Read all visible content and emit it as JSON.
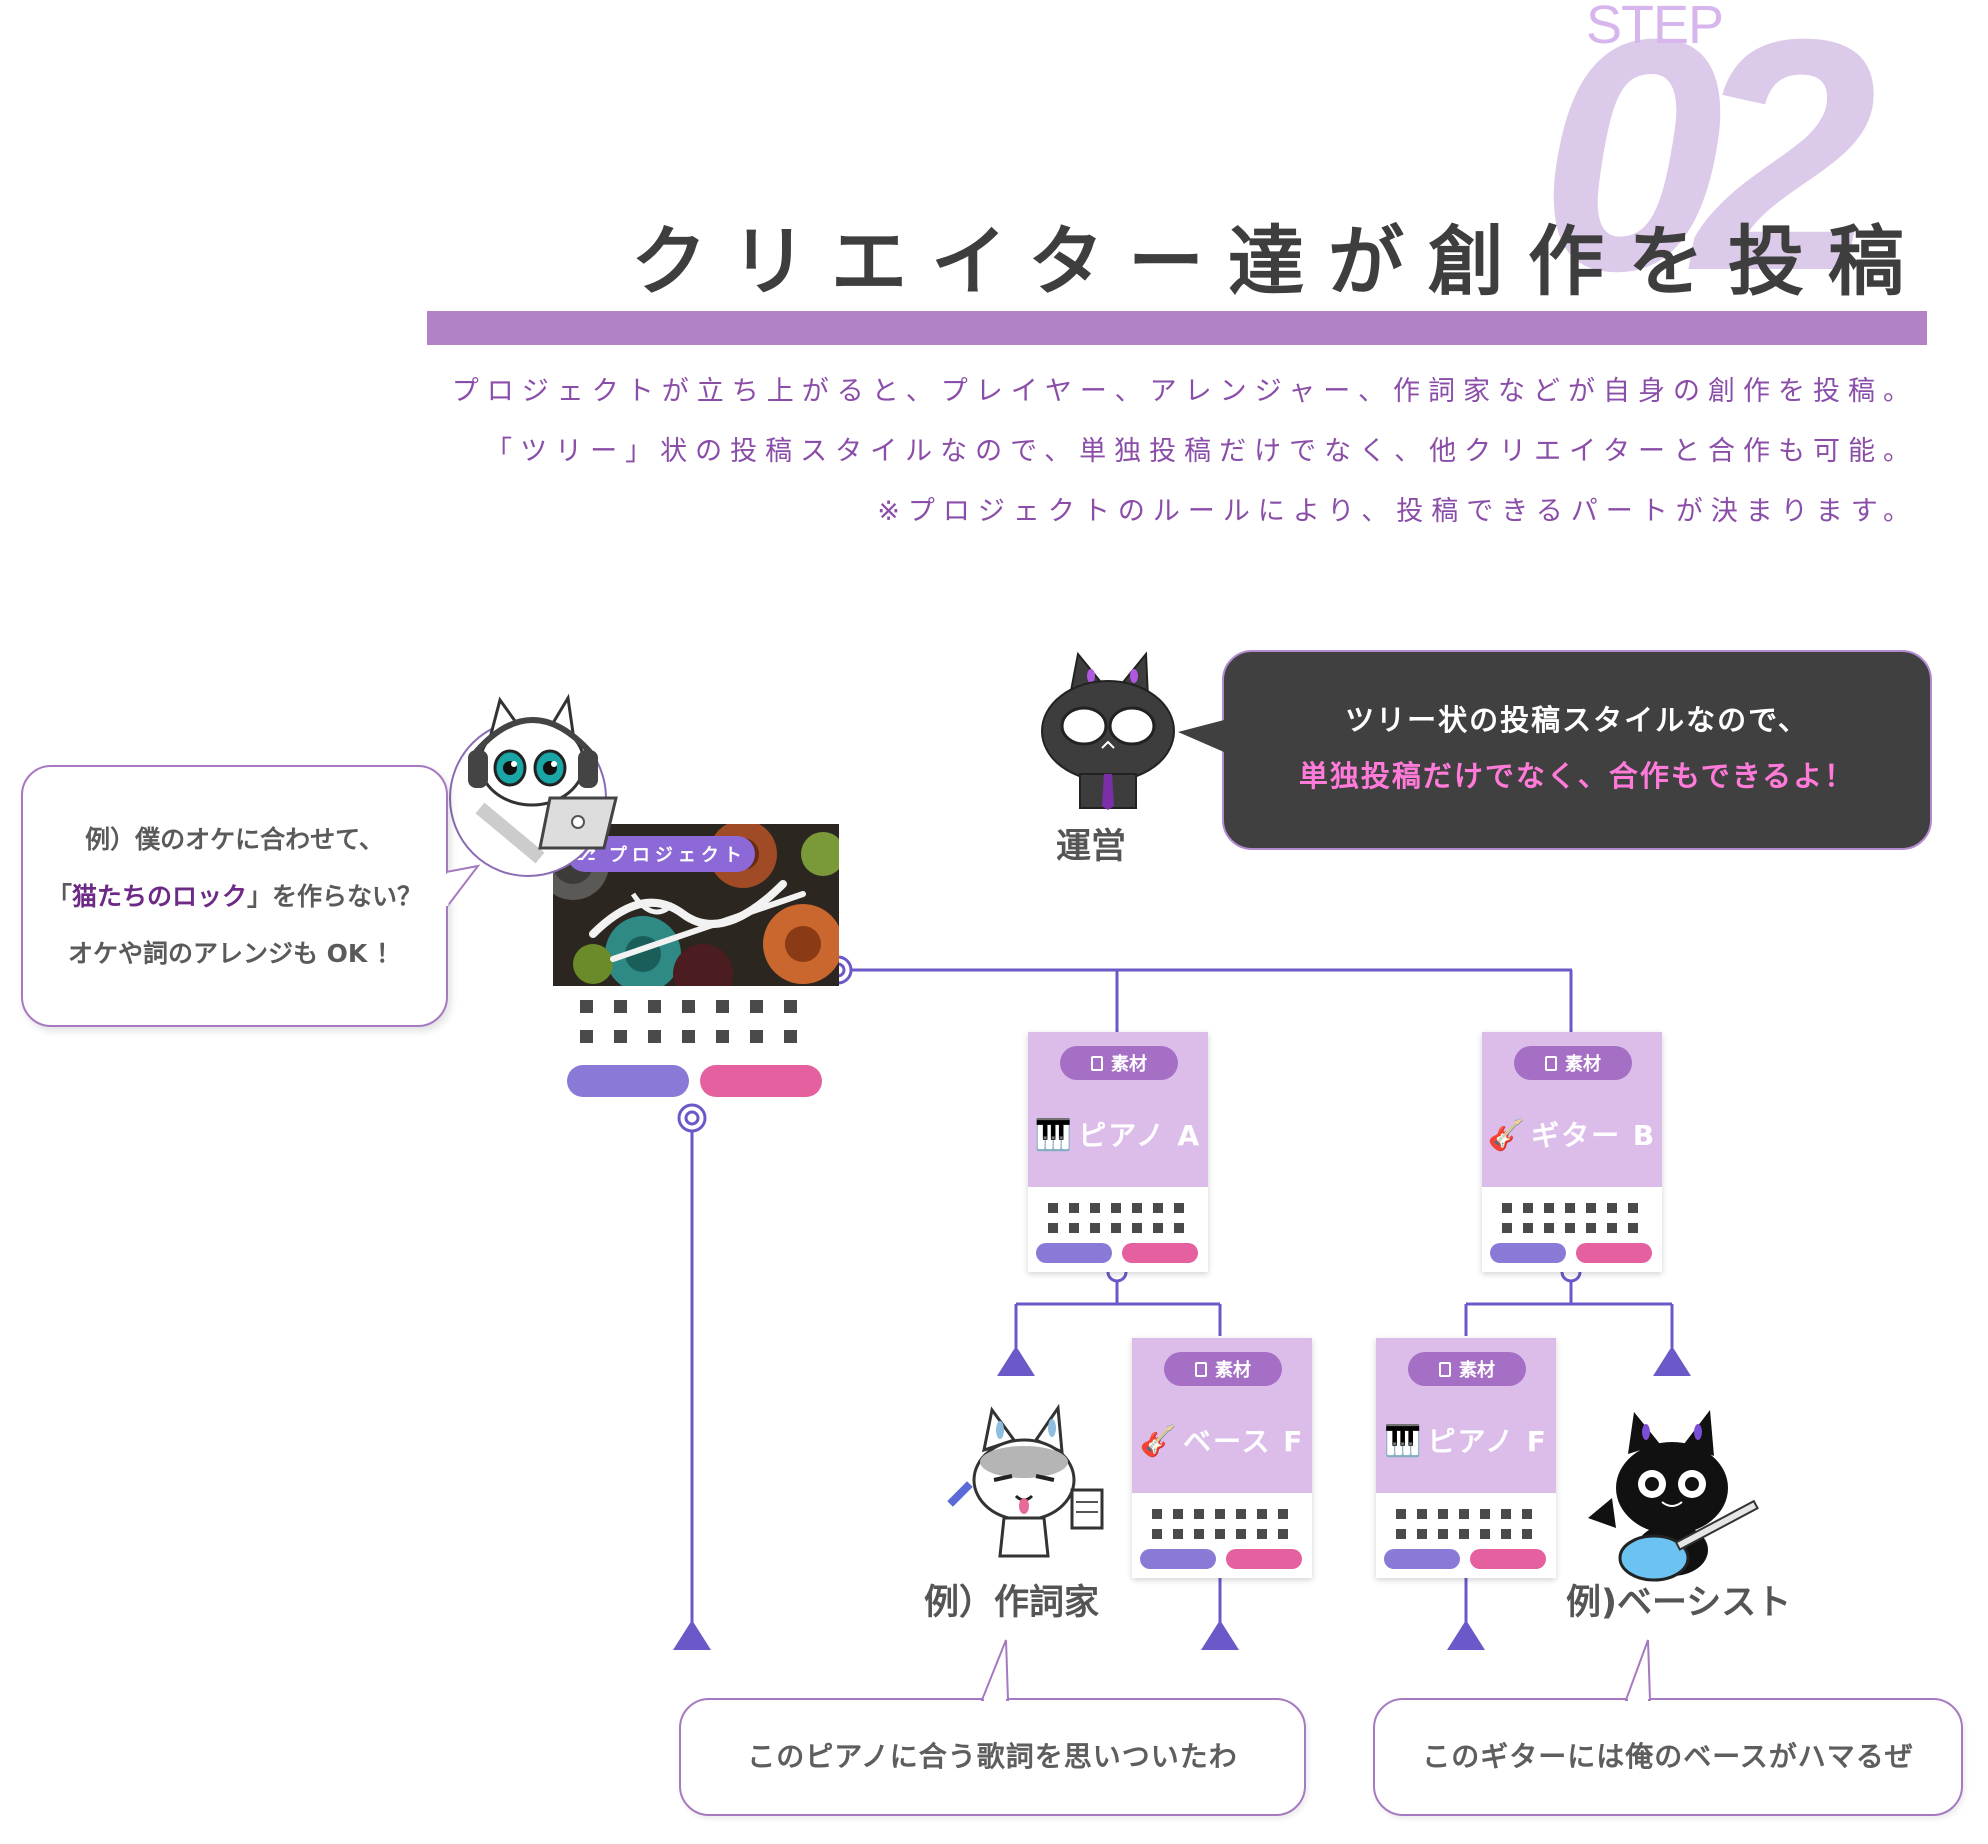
{
  "header": {
    "step_label": "STEP",
    "step_number": "02",
    "title": "クリエイター達が創作を投稿",
    "description": [
      "プロジェクトが立ち上がると、プレイヤー、アレンジャー、作詞家などが自身の創作を投稿。",
      "「ツリー」状の投稿スタイルなので、単独投稿だけでなく、他クリエイターと合作も可能。",
      "※プロジェクトのルールにより、投稿できるパートが決まります。"
    ]
  },
  "project": {
    "tag": "プロジェクト",
    "bubble": {
      "line1": "例）僕のオケに合わせて、",
      "line2_pre": "「",
      "line2_highlight": "猫たちのロック",
      "line2_post": "」を作らない？",
      "line3": "オケや詞のアレンジも OK ！"
    }
  },
  "operator": {
    "label": "運営",
    "bubble_line1": "ツリー状の投稿スタイルなので、",
    "bubble_line2": "単独投稿だけでなく、合作もできるよ！"
  },
  "cards": [
    {
      "tag": "素材",
      "name": "ピアノ A",
      "icon": "piano-icon"
    },
    {
      "tag": "素材",
      "name": "ギター B",
      "icon": "guitar-icon"
    },
    {
      "tag": "素材",
      "name": "ベース F",
      "icon": "guitar-icon"
    },
    {
      "tag": "素材",
      "name": "ピアノ F",
      "icon": "piano-icon"
    }
  ],
  "characters": {
    "lyricist_label": "例）作詞家",
    "bassist_label": "例)ベーシスト",
    "lyricist_bubble": "このピアノに合う歌詞を思いついたわ",
    "bassist_bubble": "このギターには俺のベースがハマるぜ"
  },
  "colors": {
    "line": "#6b59c9",
    "card_top": "#dcbdea",
    "tag": "#a46fc4",
    "pill_purple": "#8a79d7",
    "pill_pink": "#e5609e",
    "title_bar": "#b282c6",
    "description": "#8b4ea8",
    "dark_bubble": "#404040",
    "highlight_pink": "#ff7ad9"
  }
}
